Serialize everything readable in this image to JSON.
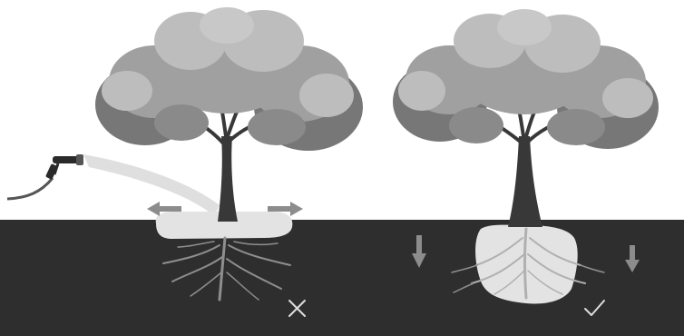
{
  "scene": {
    "panels": [
      {
        "name": "shallow-watering",
        "water_reach": "surface",
        "root_depth": "shallow",
        "arrows": [
          "left",
          "right"
        ],
        "outcome": "incorrect",
        "outcome_icon": "cross-icon"
      },
      {
        "name": "deep-watering",
        "water_reach": "deep",
        "root_depth": "deep",
        "arrows": [
          "down",
          "down"
        ],
        "outcome": "correct",
        "outcome_icon": "check-icon"
      }
    ],
    "tool_icon": "hose-spray-nozzle-icon"
  },
  "colors": {
    "background": "#ffffff",
    "soil": "#2e2e2e",
    "water_zone": "#e3e3e3",
    "water_spray": "#dcdcdc",
    "trunk": "#383838",
    "roots": "#8e8e8e",
    "arrow": "#8c8c8c",
    "foliage_light": "#bdbdbd",
    "foliage_mid": "#a0a0a0",
    "foliage_dark": "#777777",
    "mark_light": "#dedede"
  }
}
